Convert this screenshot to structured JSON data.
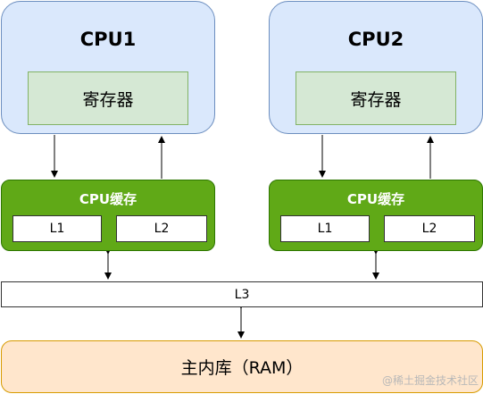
{
  "cpus": [
    {
      "title": "CPU1",
      "register_label": "寄存器",
      "cache_title": "CPU缓存",
      "l1_label": "L1",
      "l2_label": "L2"
    },
    {
      "title": "CPU2",
      "register_label": "寄存器",
      "cache_title": "CPU缓存",
      "l1_label": "L1",
      "l2_label": "L2"
    }
  ],
  "shared_cache_label": "L3",
  "memory_label": "主内库（RAM）",
  "watermark": "@稀土掘金技术社区",
  "colors": {
    "cpu_fill": "#dae8fc",
    "cpu_border": "#6c8ebf",
    "register_fill": "#d5e8d4",
    "register_border": "#82b366",
    "cache_fill": "#60a917",
    "cache_border": "#2d7600",
    "ram_fill": "#ffe6cc",
    "ram_border": "#d79b00"
  }
}
